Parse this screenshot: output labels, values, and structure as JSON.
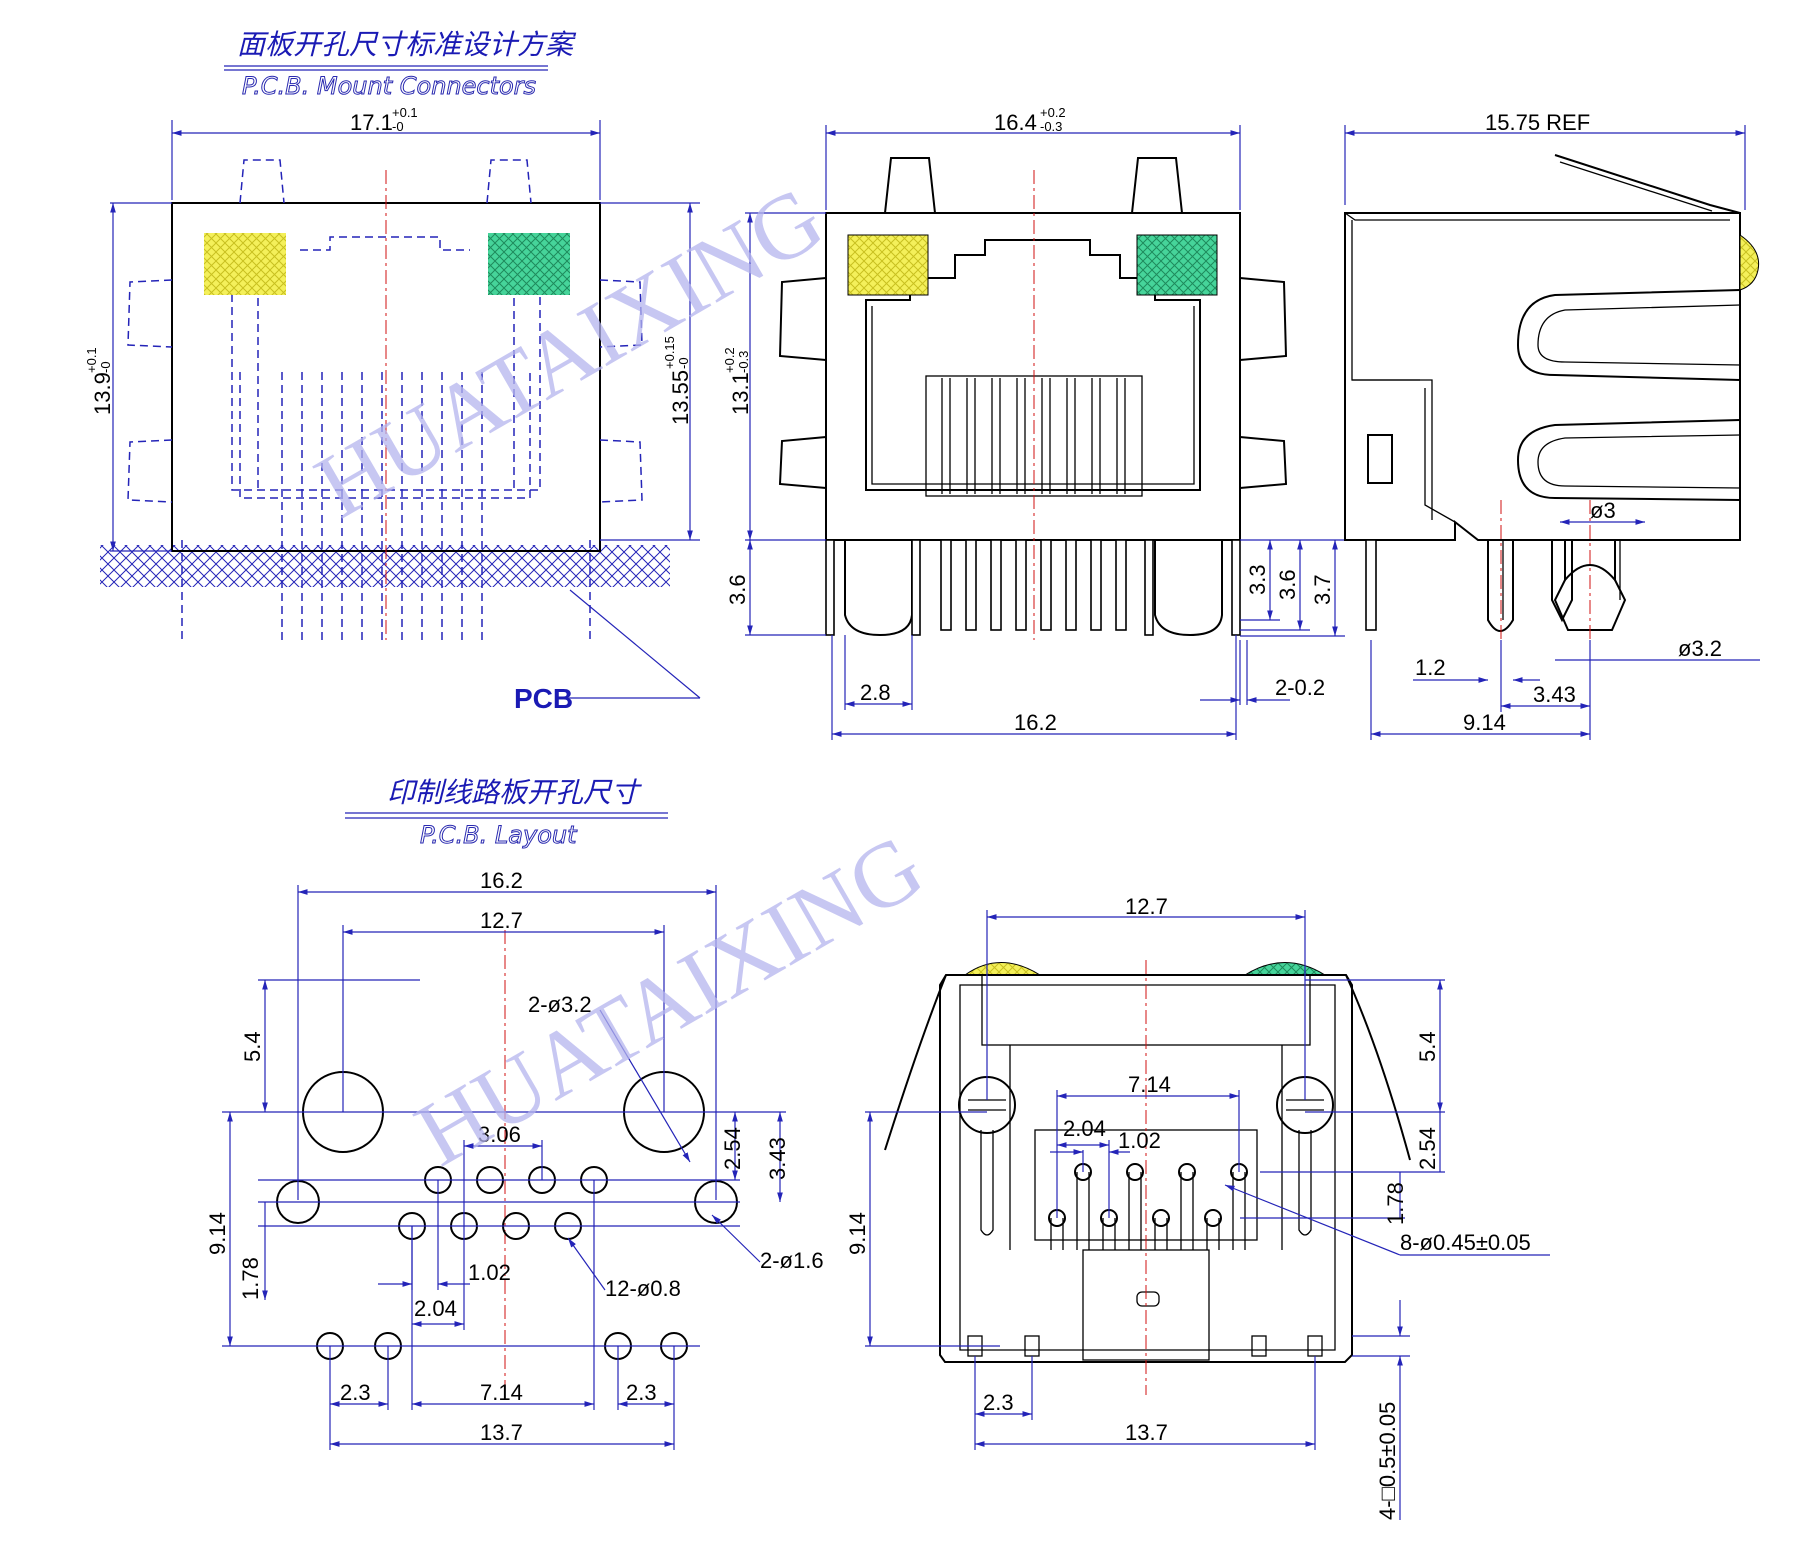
{
  "titles": {
    "panel_cn": "面板开孔尺寸标准设计方案",
    "panel_en": "P.C.B. Mount Connectors",
    "layout_cn": "印制线路板开孔尺寸",
    "layout_en": "P.C.B. Layout"
  },
  "watermark": "HUATAIXING",
  "labels": {
    "pcb": "PCB"
  },
  "colors": {
    "led_left": "#f4f05a",
    "led_right": "#46d49a",
    "dimension": "#2424b8",
    "centerline": "#d01010",
    "title": "#1a1ab4"
  },
  "panel_view": {
    "width_base": "17.1",
    "width_tol_plus": "+0.1",
    "width_tol_minus": "-0",
    "height_left_base": "13.9",
    "height_left_tol_plus": "+0.1",
    "height_left_tol_minus": "-0",
    "height_right_base": "13.55",
    "height_right_tol_plus": "+0.15",
    "height_right_tol_minus": "-0"
  },
  "front_view": {
    "width_base": "16.4",
    "width_tol_plus": "+0.2",
    "width_tol_minus": "-0.3",
    "height_base": "13.1",
    "height_tol_plus": "+0.2",
    "height_tol_minus": "-0.3",
    "pin_len": "3.6",
    "dim_33": "3.3",
    "dim_36": "3.6",
    "dim_37": "3.7",
    "dim_28": "2.8",
    "dim_162": "16.2",
    "dim_02": "2-0.2"
  },
  "side_view": {
    "depth": "15.75  REF",
    "d3": "ø3",
    "d32": "ø3.2",
    "d12": "1.2",
    "d343": "3.43",
    "d914": "9.14"
  },
  "layout_view": {
    "d162": "16.2",
    "d127": "12.7",
    "d54": "5.4",
    "hole32": "2-ø3.2",
    "d306": "3.06",
    "d254": "2.54",
    "d343": "3.43",
    "hole16": "2-ø1.6",
    "d914": "9.14",
    "d178": "1.78",
    "d102": "1.02",
    "hole08": "12-ø0.8",
    "d204": "2.04",
    "d23a": "2.3",
    "d714": "7.14",
    "d23b": "2.3",
    "d137": "13.7"
  },
  "bottom_view": {
    "d127": "12.7",
    "d54": "5.4",
    "d714": "7.14",
    "d204": "2.04",
    "d102": "1.02",
    "d254": "2.54",
    "d178": "1.78",
    "d914": "9.14",
    "pins": "8-ø0.45±0.05",
    "d23": "2.3",
    "d137": "13.7",
    "sq": "4-□0.5±0.05"
  }
}
